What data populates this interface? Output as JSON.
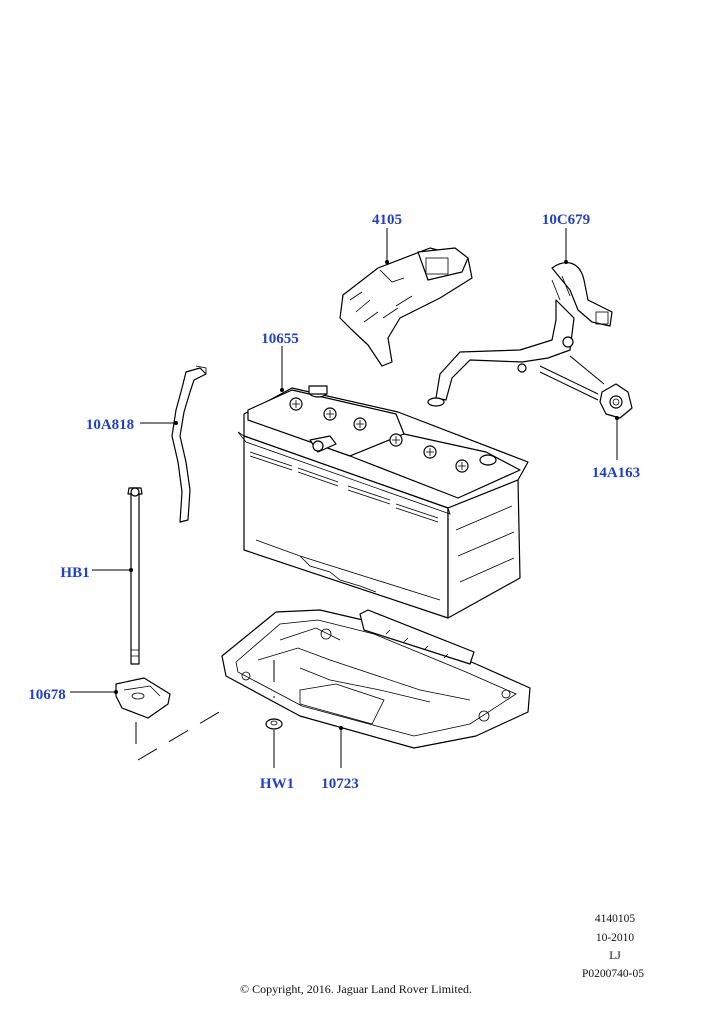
{
  "callouts": {
    "c4105": "4105",
    "c10c679": "10C679",
    "c10655": "10655",
    "c10a818": "10A818",
    "c14a163": "14A163",
    "chb1": "HB1",
    "c10678": "10678",
    "chw1": "HW1",
    "c10723": "10723"
  },
  "reference": {
    "line1": "4140105",
    "line2": "10-2010",
    "line3": "LJ",
    "line4": "P0200740-05"
  },
  "copyright": "© Copyright, 2016. Jaguar Land Rover Limited.",
  "colors": {
    "callout": "#1f3fcf",
    "line": "#000000"
  }
}
